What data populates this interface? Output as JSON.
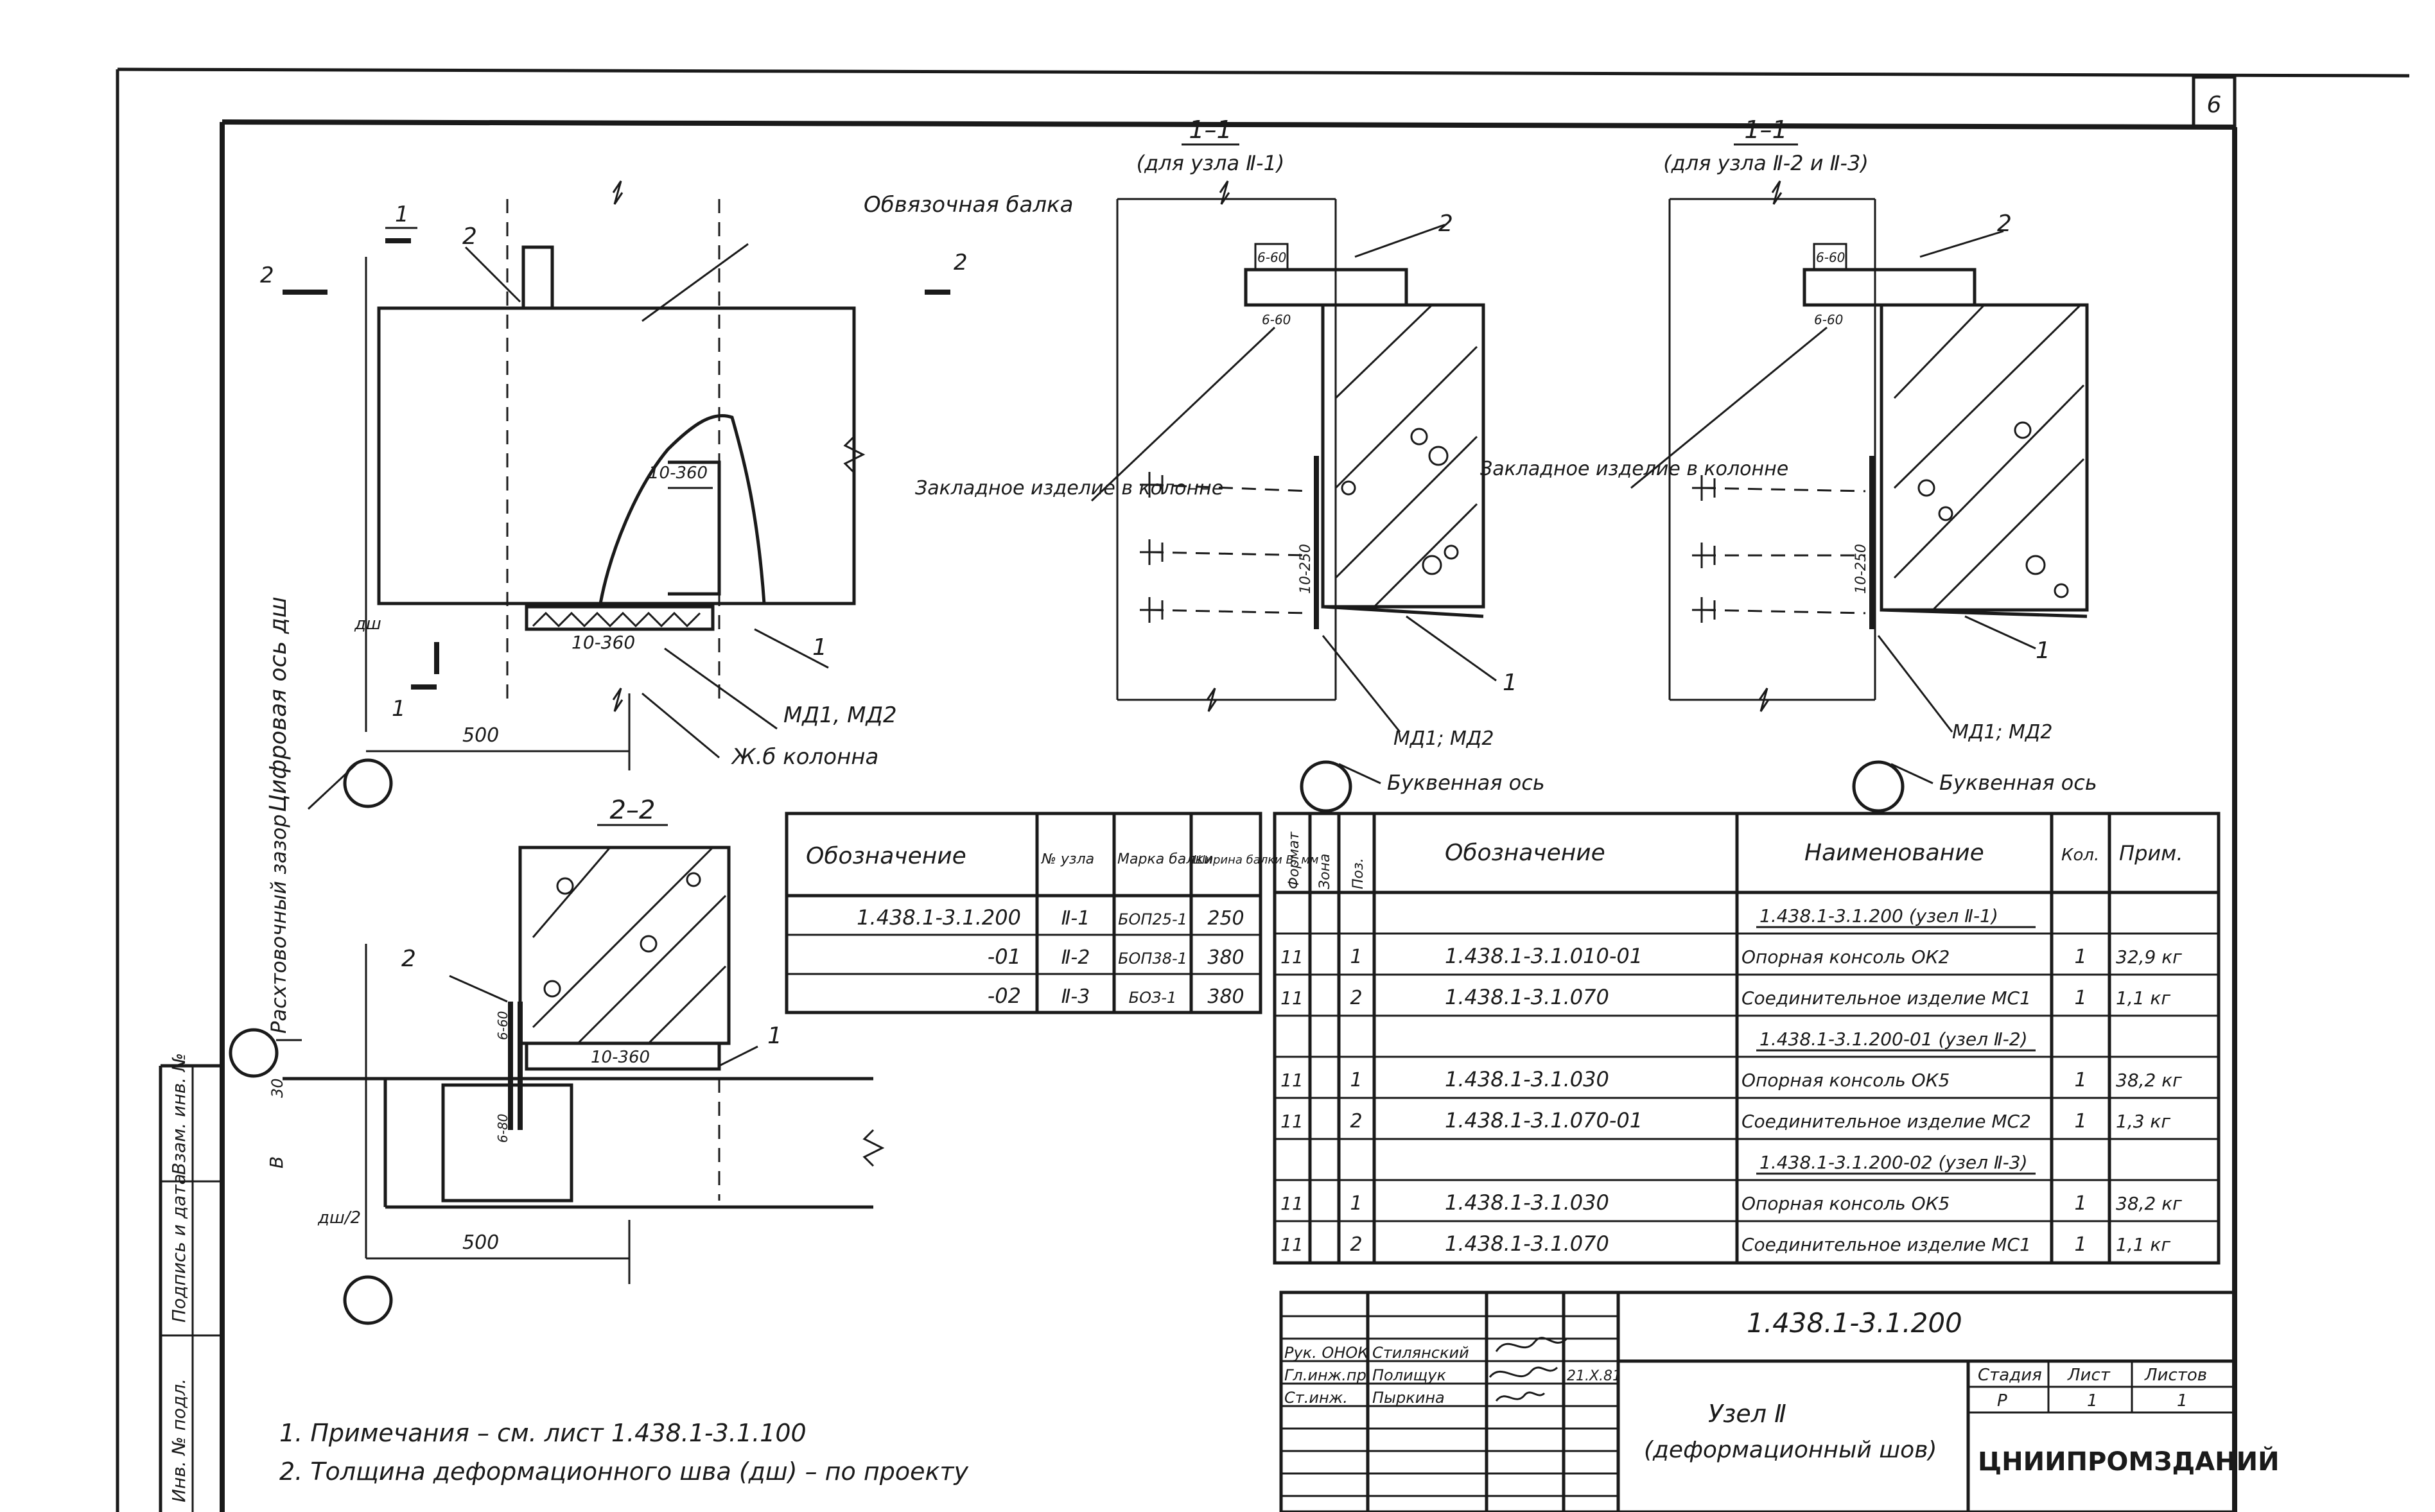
{
  "sheet_number": "6",
  "sections": {
    "node1_title": "1–1",
    "node1_sub": "(для узла Ⅱ-1)",
    "node23_title": "1–1",
    "node23_sub": "(для узла Ⅱ-2 и Ⅱ-3)",
    "section22_title": "2–2"
  },
  "labels": {
    "strapping_beam": "Обвязочная балка",
    "embedded_column_1": "Закладное изделие в колонне",
    "embedded_column_2": "Закладное изделие в колонне",
    "column": "Ж.б колонна",
    "md_marks_1": "МД1, МД2",
    "md_marks_2": "МД1; МД2",
    "md_marks_3": "МД1; МД2",
    "letter_axis_1": "Буквенная ось",
    "letter_axis_2": "Буквенная ось",
    "digital_axis": "Цифровая ось дш",
    "expansion_gap": "Расхтовочный зазор",
    "pos_1": "1",
    "pos_2": "2",
    "dim_500": "500",
    "dim_30": "30",
    "dim_b": "В",
    "weld_10_360": "10-360",
    "weld_10_250": "10-250",
    "weld_6_60": "6-60",
    "weld_6_80": "6-80",
    "dsh": "дш",
    "dsh_half": "дш/2"
  },
  "side_stamp": [
    "Инв. № подл.",
    "Подпись и дата",
    "Взам. инв. №"
  ],
  "node_table": {
    "headers": [
      "Обозначение",
      "№ узла",
      "Марка балки",
      "Ширина балки В, мм"
    ],
    "rows": [
      [
        "1.438.1-3.1.200",
        "Ⅱ-1",
        "БОП25-1",
        "250"
      ],
      [
        "-01",
        "Ⅱ-2",
        "БОП38-1",
        "380"
      ],
      [
        "-02",
        "Ⅱ-3",
        "БОЗ-1",
        "380"
      ]
    ]
  },
  "spec_table": {
    "headers": [
      "Формат",
      "Зона",
      "Поз.",
      "Обозначение",
      "Наименование",
      "Кол.",
      "Прим."
    ],
    "rows": [
      {
        "fmt": "",
        "zone": "",
        "pos": "",
        "code": "",
        "name": "1.438.1-3.1.200 (узел Ⅱ-1)",
        "qty": "",
        "note": "",
        "group": true
      },
      {
        "fmt": "11",
        "zone": "",
        "pos": "1",
        "code": "1.438.1-3.1.010-01",
        "name": "Опорная консоль ОК2",
        "qty": "1",
        "note": "32,9 кг"
      },
      {
        "fmt": "11",
        "zone": "",
        "pos": "2",
        "code": "1.438.1-3.1.070",
        "name": "Соединительное изделие МС1",
        "qty": "1",
        "note": "1,1 кг"
      },
      {
        "fmt": "",
        "zone": "",
        "pos": "",
        "code": "",
        "name": "1.438.1-3.1.200-01 (узел Ⅱ-2)",
        "qty": "",
        "note": "",
        "group": true
      },
      {
        "fmt": "11",
        "zone": "",
        "pos": "1",
        "code": "1.438.1-3.1.030",
        "name": "Опорная консоль ОК5",
        "qty": "1",
        "note": "38,2 кг"
      },
      {
        "fmt": "11",
        "zone": "",
        "pos": "2",
        "code": "1.438.1-3.1.070-01",
        "name": "Соединительное изделие МС2",
        "qty": "1",
        "note": "1,3 кг"
      },
      {
        "fmt": "",
        "zone": "",
        "pos": "",
        "code": "",
        "name": "1.438.1-3.1.200-02 (узел Ⅱ-3)",
        "qty": "",
        "note": "",
        "group": true
      },
      {
        "fmt": "11",
        "zone": "",
        "pos": "1",
        "code": "1.438.1-3.1.030",
        "name": "Опорная консоль ОК5",
        "qty": "1",
        "note": "38,2 кг"
      },
      {
        "fmt": "11",
        "zone": "",
        "pos": "2",
        "code": "1.438.1-3.1.070",
        "name": "Соединительное изделие МС1",
        "qty": "1",
        "note": "1,1 кг"
      }
    ]
  },
  "notes": [
    "1. Примечания – см. лист 1.438.1-3.1.100",
    "2. Толщина деформационного шва (дш) – по проекту"
  ],
  "title_block": {
    "doc_code": "1.438.1-3.1.200",
    "title_line1": "Узел Ⅱ",
    "title_line2": "(деформационный шов)",
    "stage_hdr": "Стадия",
    "sheet_hdr": "Лист",
    "sheets_hdr": "Листов",
    "stage": "Р",
    "sheet": "1",
    "sheets": "1",
    "org": "ЦНИИПРОМЗДАНИЙ",
    "date": "21.Х.81",
    "signers": [
      {
        "role": "Рук. ОНОК",
        "name": "Стилянский"
      },
      {
        "role": "Гл.инж.пр.",
        "name": "Полищук"
      },
      {
        "role": "Ст.инж.",
        "name": "Пыркина"
      }
    ]
  }
}
